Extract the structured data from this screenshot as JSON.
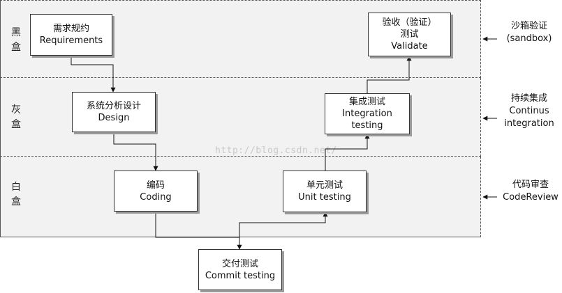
{
  "bands": [
    {
      "label": "黑\n盒"
    },
    {
      "label": "灰\n盒"
    },
    {
      "label": "白\n盒"
    }
  ],
  "nodes": {
    "requirements": {
      "cn": "需求规约",
      "en": "Requirements"
    },
    "design": {
      "cn": "系统分析设计",
      "en": "Design"
    },
    "coding": {
      "cn": "编码",
      "en": "Coding"
    },
    "commit": {
      "cn": "交付测试",
      "en": "Commit testing"
    },
    "unit": {
      "cn": "单元测试",
      "en": "Unit testing"
    },
    "integration": {
      "cn": "集成测试",
      "en": "Integration",
      "en2": "testing"
    },
    "validate": {
      "cn": "验收（验证）",
      "cn2": "测试",
      "en": "Validate"
    }
  },
  "side_labels": {
    "sandbox": {
      "cn": "沙箱验证",
      "en": "(sandbox)"
    },
    "ci": {
      "cn": "持续集成",
      "en": "Continus",
      "en2": "integration"
    },
    "review": {
      "cn": "代码审查",
      "en": "CodeReview"
    }
  },
  "watermark": "http://blog.csdn.net/"
}
